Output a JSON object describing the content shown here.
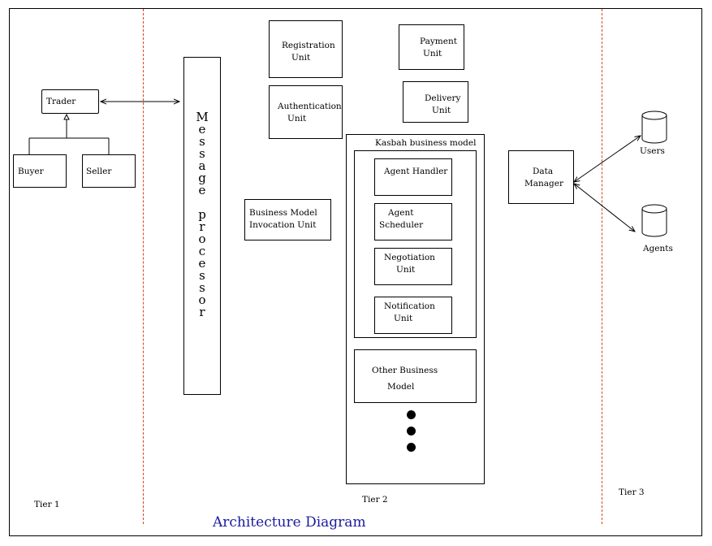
{
  "tiers": {
    "tier1": "Tier 1",
    "tier2": "Tier 2",
    "tier3": "Tier 3"
  },
  "trader": "Trader",
  "buyer": "Buyer",
  "seller": "Seller",
  "message_processor": [
    "M",
    "e",
    "s",
    "s",
    "a",
    "g",
    "e",
    "",
    "p",
    "r",
    "o",
    "c",
    "e",
    "s",
    "s",
    "o",
    "r"
  ],
  "registration_unit": [
    "Registration",
    "Unit"
  ],
  "authentication_unit": [
    "Authentication",
    "Unit"
  ],
  "payment_unit": [
    "Payment",
    "Unit"
  ],
  "delivery_unit": [
    "Delivery",
    "Unit"
  ],
  "business_model_invocation": [
    "Business Model",
    "Invocation Unit"
  ],
  "kasbah_title": "Kasbah business model",
  "agent_handler": "Agent Handler",
  "agent_scheduler": [
    "Agent",
    "Scheduler"
  ],
  "negotiation_unit": [
    "Negotiation",
    "Unit"
  ],
  "notification_unit": [
    "Notification",
    "Unit"
  ],
  "other_business_model": [
    "Other Business",
    "Model"
  ],
  "data_manager": [
    "Data",
    "Manager"
  ],
  "users": "Users",
  "agents": "Agents",
  "caption": "Architecture Diagram",
  "colors": {
    "tier_line": "#e0411f",
    "caption": "#1a1aa0"
  }
}
